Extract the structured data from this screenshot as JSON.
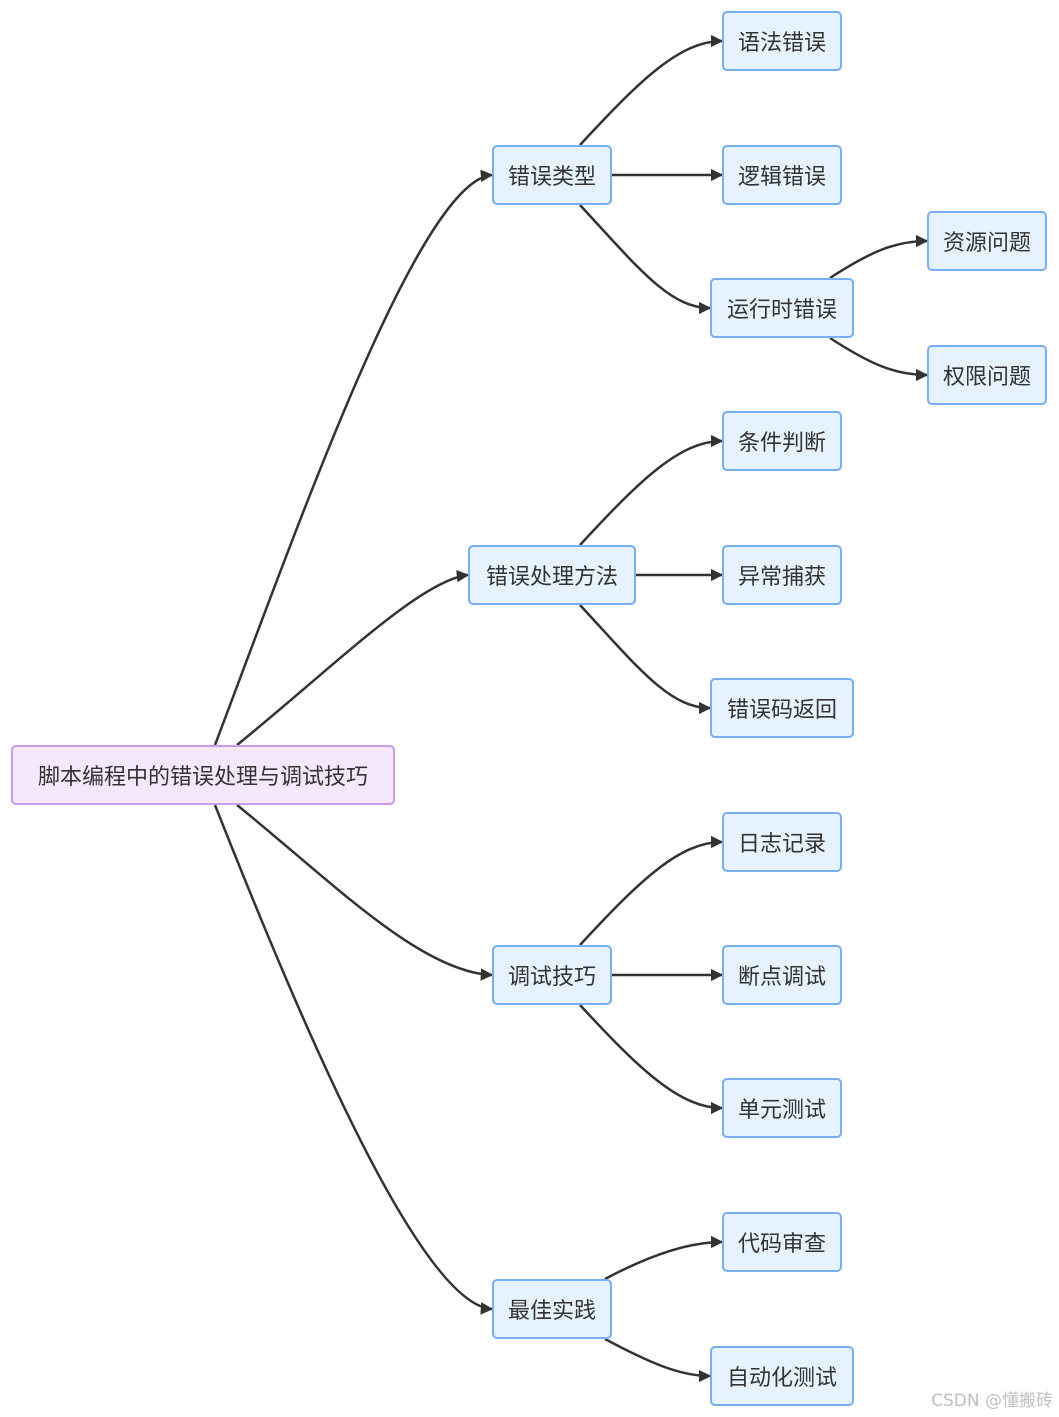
{
  "diagram": {
    "root": "脚本编程中的错误处理与调试技巧",
    "branches": [
      {
        "label": "错误类型",
        "children": [
          {
            "label": "语法错误"
          },
          {
            "label": "逻辑错误"
          },
          {
            "label": "运行时错误",
            "children": [
              {
                "label": "资源问题"
              },
              {
                "label": "权限问题"
              }
            ]
          }
        ]
      },
      {
        "label": "错误处理方法",
        "children": [
          {
            "label": "条件判断"
          },
          {
            "label": "异常捕获"
          },
          {
            "label": "错误码返回"
          }
        ]
      },
      {
        "label": "调试技巧",
        "children": [
          {
            "label": "日志记录"
          },
          {
            "label": "断点调试"
          },
          {
            "label": "单元测试"
          }
        ]
      },
      {
        "label": "最佳实践",
        "children": [
          {
            "label": "代码审查"
          },
          {
            "label": "自动化测试"
          }
        ]
      }
    ]
  },
  "colors": {
    "node_fill": "#e6f2fd",
    "node_border": "#79aef0",
    "root_fill": "#f3e8fc",
    "root_border": "#c99be9",
    "edge": "#333333"
  },
  "watermark": "CSDN @懂搬砖"
}
